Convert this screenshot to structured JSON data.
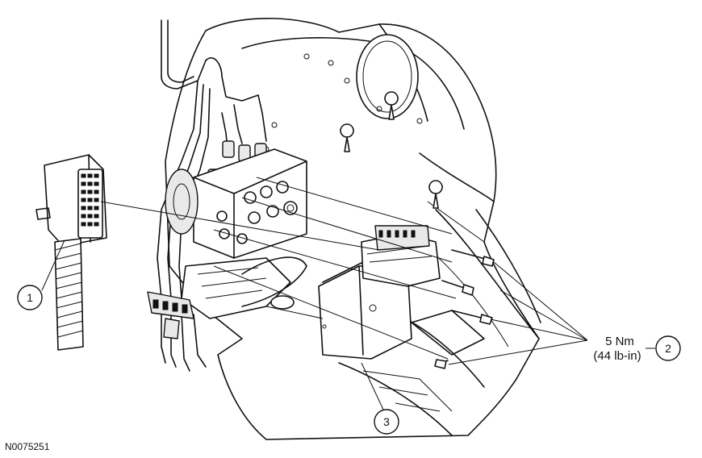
{
  "callouts": [
    {
      "id": "1",
      "label": "1"
    },
    {
      "id": "2",
      "label": "2"
    },
    {
      "id": "3",
      "label": "3"
    }
  ],
  "torque": {
    "metric": "5 Nm",
    "imperial": "(44 lb-in)"
  },
  "figure_id": "N0075251"
}
